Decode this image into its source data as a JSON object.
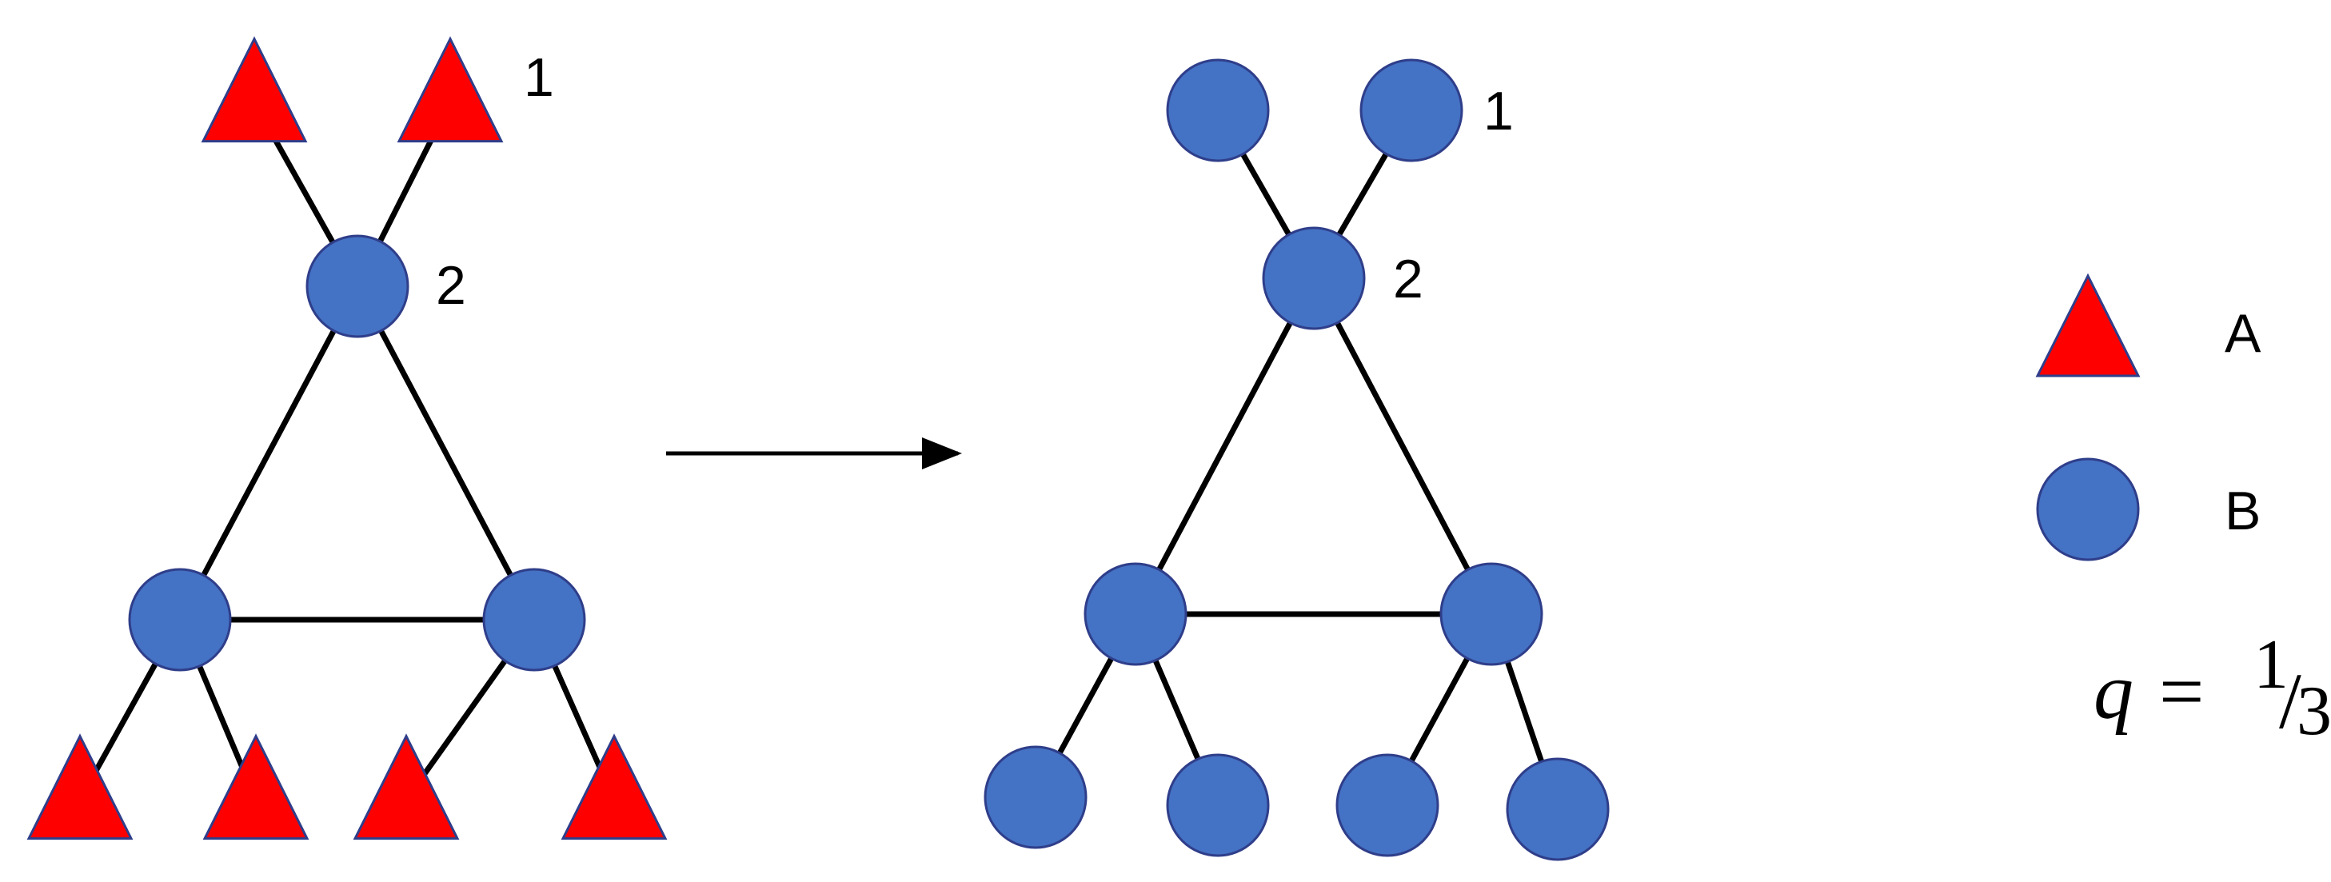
{
  "colors": {
    "type_a": "#ff0000",
    "type_b": "#4472c4",
    "outline": "#2f3e8a",
    "edge": "#000000"
  },
  "node_labels": {
    "leaf": "1",
    "hub": "2"
  },
  "legend": {
    "a": {
      "shape": "triangle",
      "label": "A"
    },
    "b": {
      "shape": "circle",
      "label": "B"
    }
  },
  "formula": {
    "variable": "q",
    "equals": "=",
    "numerator": "1",
    "slash": "/",
    "denominator": "3"
  },
  "graphs": {
    "before": [
      "A",
      "A",
      "B",
      "B",
      "B",
      "A",
      "A",
      "A",
      "A"
    ],
    "after": [
      "B",
      "B",
      "B",
      "B",
      "B",
      "B",
      "B",
      "B",
      "B"
    ]
  }
}
